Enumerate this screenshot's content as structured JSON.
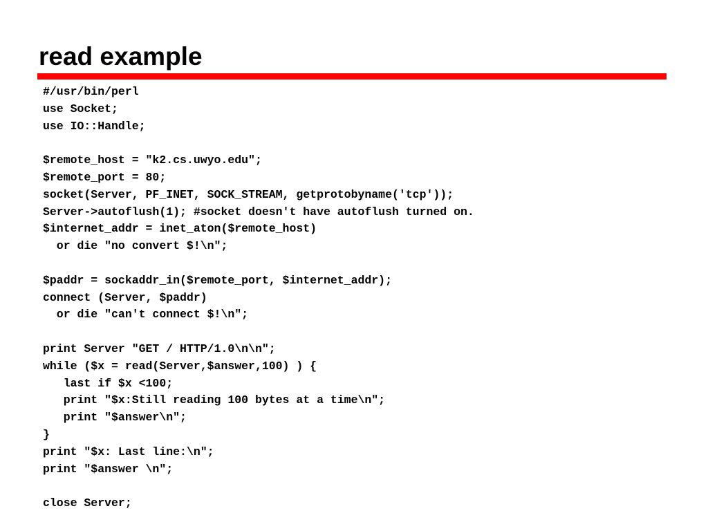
{
  "slide": {
    "title": "read example",
    "accent_color": "#ff0000",
    "code_lines": [
      "#/usr/bin/perl",
      "use Socket;",
      "use IO::Handle;",
      "",
      "$remote_host = \"k2.cs.uwyo.edu\";",
      "$remote_port = 80;",
      "socket(Server, PF_INET, SOCK_STREAM, getprotobyname('tcp'));",
      "Server->autoflush(1); #socket doesn't have autoflush turned on.",
      "$internet_addr = inet_aton($remote_host)",
      "  or die \"no convert $!\\n\";",
      "",
      "$paddr = sockaddr_in($remote_port, $internet_addr);",
      "connect (Server, $paddr)",
      "  or die \"can't connect $!\\n\";",
      "",
      "print Server \"GET / HTTP/1.0\\n\\n\";",
      "while ($x = read(Server,$answer,100) ) {",
      "   last if $x <100;",
      "   print \"$x:Still reading 100 bytes at a time\\n\";",
      "   print \"$answer\\n\";",
      "}",
      "print \"$x: Last line:\\n\";",
      "print \"$answer \\n\";",
      "",
      "close Server;"
    ]
  }
}
